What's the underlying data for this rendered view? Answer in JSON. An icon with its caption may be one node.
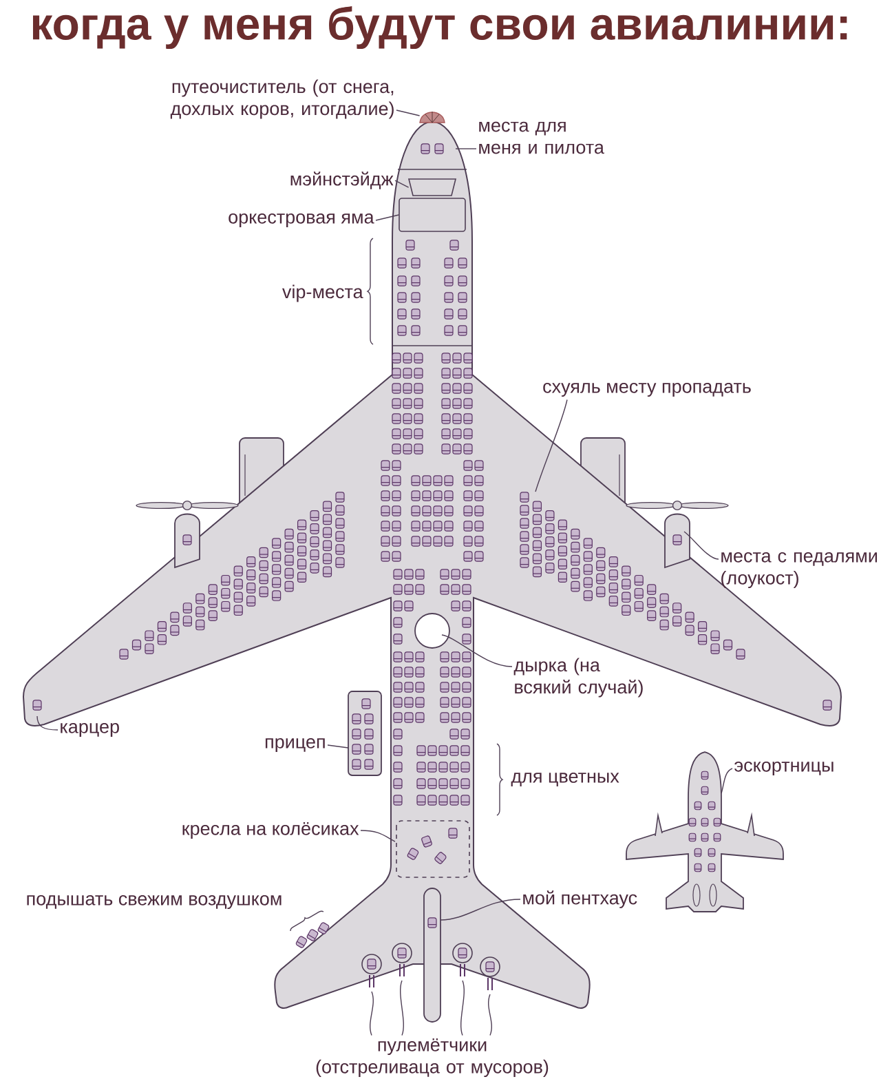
{
  "diagram": {
    "title": "когда у меня будут свои авиалинии:",
    "nodes": [
      {
        "text": [
          "путеочиститель (от снега, дохлых коров, итогдалие)"
        ]
      },
      {
        "text": [
          "места для меня и пилота"
        ]
      },
      {
        "text": [
          "мэйнстэйдж"
        ]
      },
      {
        "text": [
          "оркестровая яма"
        ]
      },
      {
        "text": [
          "схуяль месту пропадать"
        ]
      },
      {
        "text": [
          "места с педалями (лоукост)"
        ]
      },
      {
        "text": [
          "дырка (на всякий случай)"
        ]
      },
      {
        "text": [
          "карцер"
        ]
      },
      {
        "text": [
          "прицеп"
        ]
      },
      {
        "text": [
          "кресла на колёсиках"
        ]
      },
      {
        "text": [
          "мой пентхаус"
        ]
      },
      {
        "text": [
          "эскортницы"
        ]
      },
      {
        "text": [
          "пулемётчики (отстреливаца от мусоров)"
        ]
      },
      {
        "text": [],
        "shape": "picture"
      },
      {
        "text": [],
        "shape": "box"
      },
      {
        "text": [],
        "shape": "box"
      }
    ],
    "edges": [
      {
        "from": 0,
        "to": 13,
        "arrow": "none"
      },
      {
        "from": 1,
        "to": null,
        "arrow": "none"
      },
      {
        "from": 2,
        "to": 14,
        "arrow": "none"
      },
      {
        "from": 3,
        "to": 15,
        "arrow": "none"
      },
      {
        "from": 4,
        "to": null,
        "arrow": "none"
      },
      {
        "from": 5,
        "to": null,
        "arrow": "none"
      },
      {
        "from": 6,
        "to": null,
        "arrow": "none"
      },
      {
        "from": 7,
        "to": null,
        "arrow": "none"
      },
      {
        "from": 8,
        "to": null,
        "arrow": "none"
      },
      {
        "from": 9,
        "to": null,
        "arrow": "none"
      },
      {
        "from": 10,
        "to": null,
        "arrow": "none"
      },
      {
        "from": 11,
        "to": null,
        "arrow": "none"
      },
      {
        "from": 12,
        "to": null,
        "arrow": "none"
      },
      {
        "from": 12,
        "to": null,
        "arrow": "none"
      },
      {
        "from": 12,
        "to": null,
        "arrow": "none"
      },
      {
        "from": 12,
        "to": null,
        "arrow": "none"
      }
    ],
    "labels": [
      "vip-места",
      "для цветных",
      "подышать свежим воздушком"
    ]
  }
}
